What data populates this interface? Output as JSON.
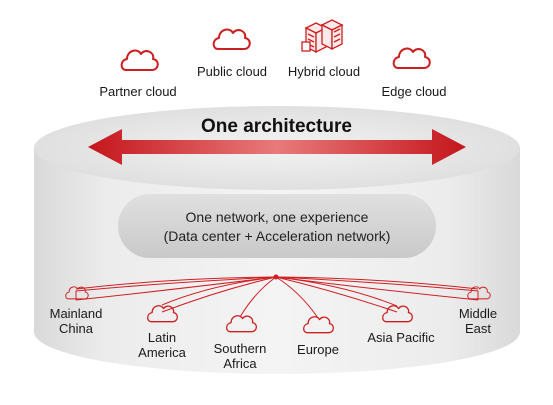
{
  "clouds": {
    "partner": "Partner cloud",
    "public": "Public cloud",
    "hybrid": "Hybrid cloud",
    "edge": "Edge cloud"
  },
  "architecture": {
    "title": "One architecture"
  },
  "network": {
    "line1": "One network, one experience",
    "line2": "(Data center + Acceleration network)"
  },
  "regions": [
    "Mainland\nChina",
    "Latin\nAmerica",
    "Southern\nAfrica",
    "Europe",
    "Asia Pacific",
    "Middle\nEast"
  ],
  "colors": {
    "accent": "#cc1f1f",
    "cylinder": "#e6e6e6",
    "cylinder_top": "#efefef",
    "pill": "#d6d6d6"
  },
  "icons": {
    "cloud": "cloud-outline-icon",
    "hybrid": "server-rack-icon",
    "arrow": "double-headed-arrow"
  }
}
